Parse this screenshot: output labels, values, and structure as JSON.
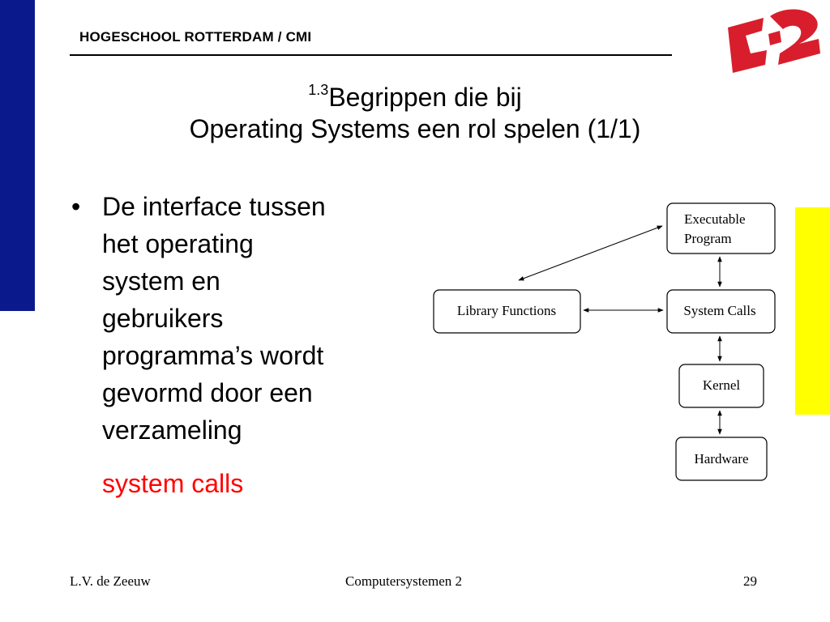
{
  "header": {
    "title": "HOGESCHOOL ROTTERDAM / CMI"
  },
  "slide": {
    "title_prefix": "1.3",
    "title_line1": "Begrippen die bij",
    "title_line2": "Operating Systems een rol spelen (1/1)",
    "bullet_lines": [
      "De interface tussen",
      "het operating",
      "system en",
      "gebruikers",
      "programma’s wordt",
      "gevormd door een",
      "verzameling"
    ],
    "highlight": "system calls",
    "highlight_color": "#ff0000"
  },
  "diagram": {
    "executable_line1": "Executable",
    "executable_line2": "Program",
    "library_functions": "Library Functions",
    "system_calls": "System Calls",
    "kernel": "Kernel",
    "hardware": "Hardware"
  },
  "footer": {
    "author": "L.V. de Zeeuw",
    "course": "Computersystemen 2",
    "page": "29"
  },
  "colors": {
    "left_bar": "#0a1a8c",
    "right_bar": "#ffff00",
    "logo": "#d81e2c"
  }
}
